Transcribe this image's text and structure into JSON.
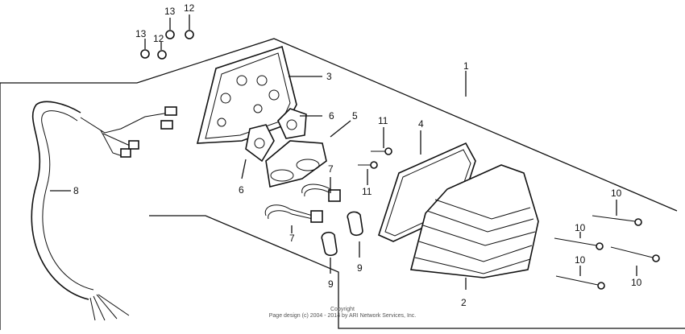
{
  "callouts": {
    "c1": "1",
    "c2": "2",
    "c3": "3",
    "c4": "4",
    "c5": "5",
    "c6a": "6",
    "c6b": "6",
    "c7a": "7",
    "c7b": "7",
    "c8": "8",
    "c9a": "9",
    "c9b": "9",
    "c10a": "10",
    "c10b": "10",
    "c10c": "10",
    "c10d": "10",
    "c11a": "11",
    "c11b": "11",
    "c12a": "12",
    "c12b": "12",
    "c13a": "13",
    "c13b": "13"
  },
  "footer": {
    "line1": "Copyright",
    "line2": "Page design (c) 2004 - 2014 by ARI Network Services, Inc."
  }
}
